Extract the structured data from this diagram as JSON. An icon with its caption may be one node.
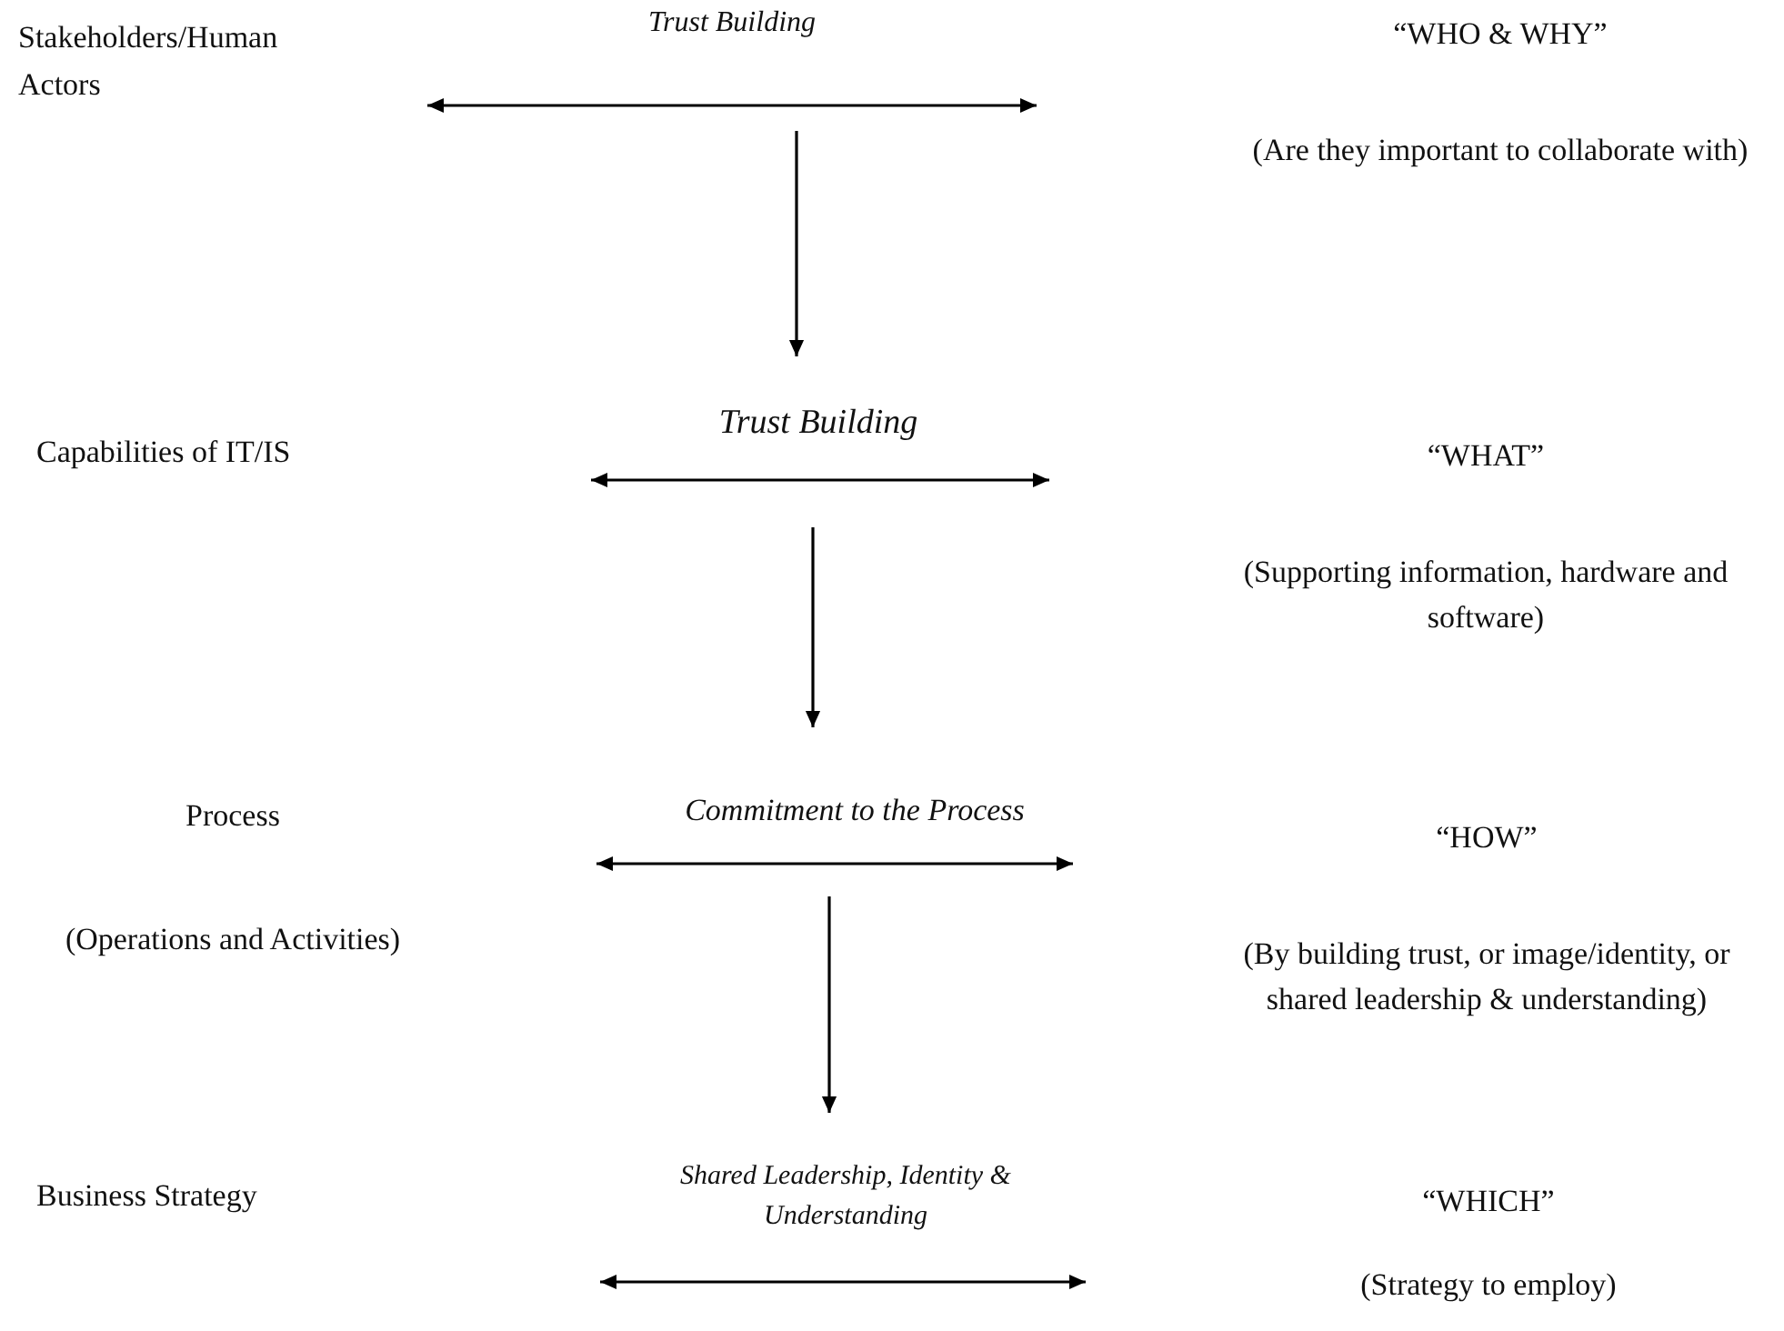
{
  "diagram": {
    "nodes": [
      {
        "text": [
          "Stakeholders/Human Actors"
        ]
      },
      {
        "text": [
          "Trust Building"
        ]
      },
      {
        "text": [
          "“WHO & WHY”",
          "(Are they important to collaborate with)"
        ]
      },
      {
        "text": [
          "Capabilities of IT/IS"
        ]
      },
      {
        "text": [
          "Trust Building"
        ]
      },
      {
        "text": [
          "“WHAT”",
          "(Supporting information, hardware and software)"
        ]
      },
      {
        "text": [
          "Process",
          "(Operations and Activities)"
        ]
      },
      {
        "text": [
          "Commitment to the Process"
        ]
      },
      {
        "text": [
          "“HOW”",
          "(By building trust, or image/identity, or shared leadership & understanding)"
        ]
      },
      {
        "text": [
          "Business Strategy"
        ]
      },
      {
        "text": [
          "Shared Leadership, Identity & Understanding"
        ]
      },
      {
        "text": [
          "“WHICH”",
          "(Strategy to employ)"
        ]
      }
    ],
    "edges": [
      {
        "from": null,
        "to": 4,
        "arrow": "to"
      },
      {
        "from": null,
        "to": 7,
        "arrow": "to"
      },
      {
        "from": null,
        "to": 10,
        "arrow": "to"
      }
    ]
  }
}
